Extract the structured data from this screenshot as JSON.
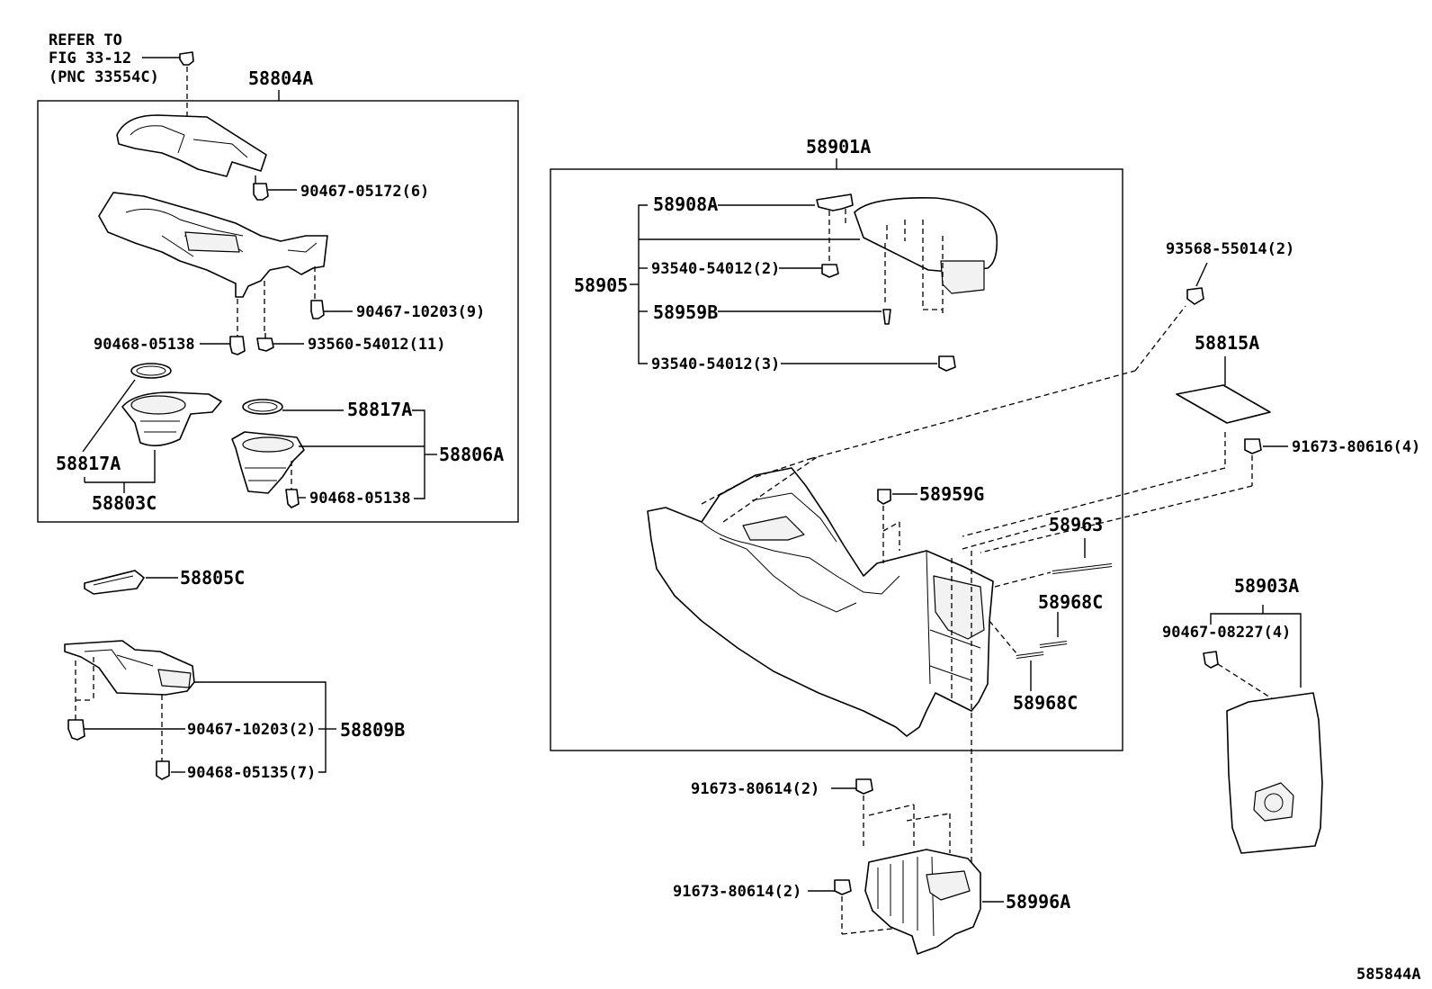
{
  "refer": {
    "line1": "REFER TO",
    "line2": "FIG 33-12",
    "line3": "(PNC 33554C)"
  },
  "labels": {
    "l58804A": "58804A",
    "l90467_05172": "90467-05172(6)",
    "l90467_10203_9": "90467-10203(9)",
    "l90468_05138_a": "90468-05138",
    "l93560_54012": "93560-54012(11)",
    "l58817A_right": "58817A",
    "l58806A": "58806A",
    "l58817A_left": "58817A",
    "l58803C": "58803C",
    "l90468_05138_b": "90468-05138",
    "l58805C": "58805C",
    "l90467_10203_2": "90467-10203(2)",
    "l58809B": "58809B",
    "l90468_05135": "90468-05135(7)",
    "l58901A": "58901A",
    "l58908A": "58908A",
    "l93540_54012_2": "93540-54012(2)",
    "l58905": "58905",
    "l58959B": "58959B",
    "l93540_54012_3": "93540-54012(3)",
    "l58959G": "58959G",
    "l58963": "58963",
    "l58968C_top": "58968C",
    "l58968C_bot": "58968C",
    "l93568_55014": "93568-55014(2)",
    "l58815A": "58815A",
    "l91673_80616": "91673-80616(4)",
    "l58903A": "58903A",
    "l90467_08227": "90467-08227(4)",
    "l91673_80614_top": "91673-80614(2)",
    "l91673_80614_bot": "91673-80614(2)",
    "l58996A": "58996A",
    "diagram_id": "585844A"
  }
}
